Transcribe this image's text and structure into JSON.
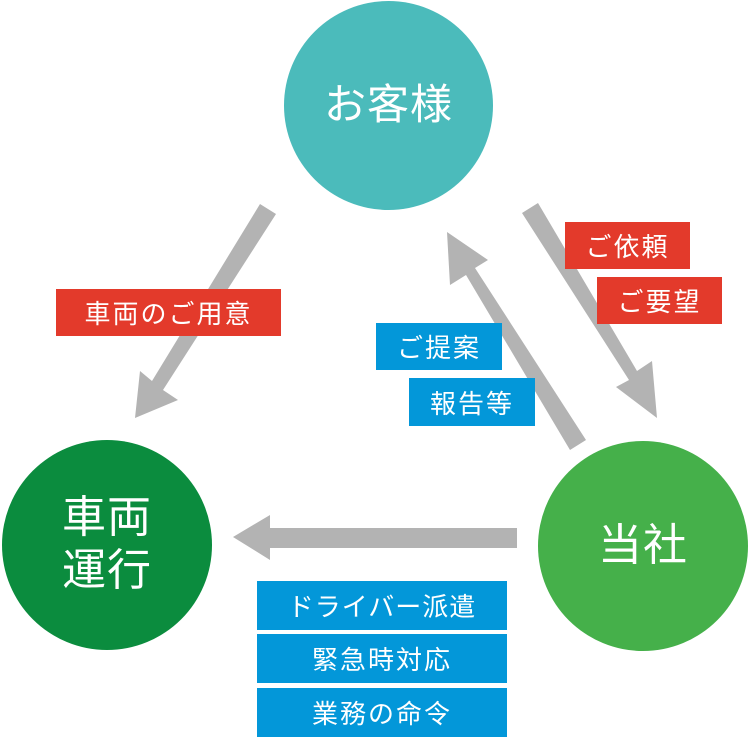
{
  "colors": {
    "customer": "#4BBBBB",
    "vehicle": "#0B8C3E",
    "company": "#45B04A",
    "arrow": "#B3B3B3",
    "label_red": "#E33A2B",
    "label_blue": "#0397D9"
  },
  "nodes": {
    "customer": "お客様",
    "vehicle": "車両\n運行",
    "company": "当社"
  },
  "labels": {
    "vehicle_prep": "車両のご用意",
    "request": "ご依頼",
    "demand": "ご要望",
    "proposal": "ご提案",
    "report": "報告等",
    "driver_dispatch": "ドライバー派遣",
    "emergency": "緊急時対応",
    "business_order": "業務の命令"
  },
  "edges": [
    {
      "from": "customer",
      "to": "vehicle",
      "labels": [
        "車両のご用意"
      ]
    },
    {
      "from": "company",
      "to": "customer",
      "labels": [
        "ご提案",
        "報告等"
      ]
    },
    {
      "from": "customer",
      "to": "company",
      "labels": [
        "ご依頼",
        "ご要望"
      ]
    },
    {
      "from": "company",
      "to": "vehicle",
      "labels": [
        "ドライバー派遣",
        "緊急時対応",
        "業務の命令"
      ]
    }
  ]
}
